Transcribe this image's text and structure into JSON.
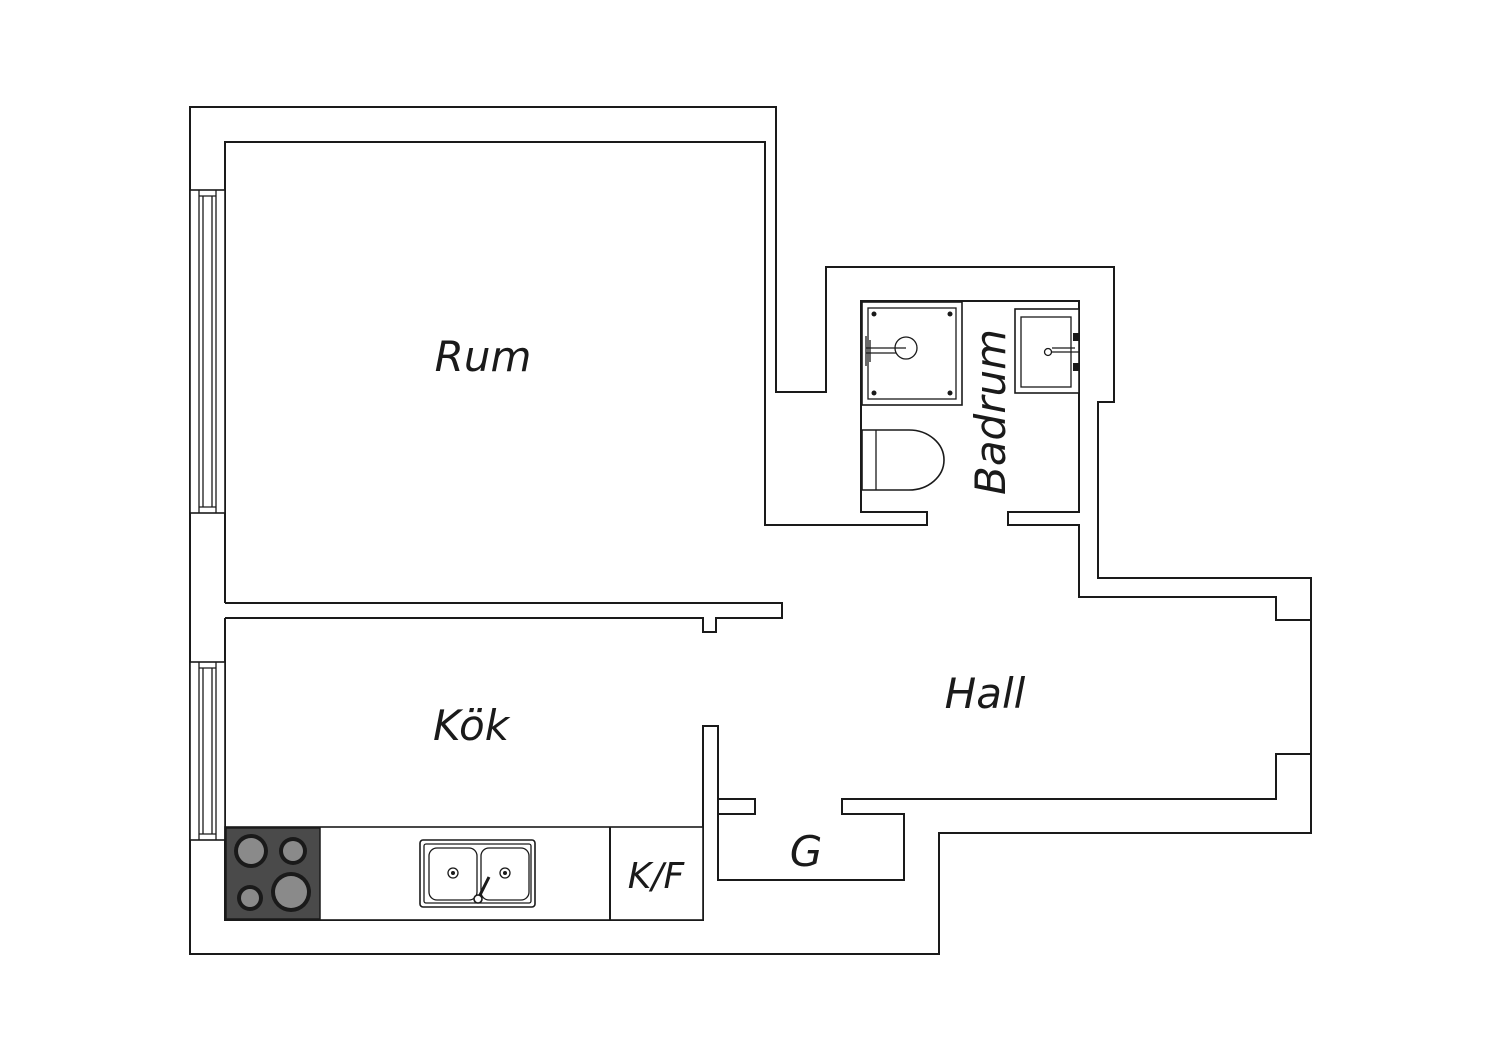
{
  "rooms": {
    "rum": "Rum",
    "badrum": "Badrum",
    "kok": "Kök",
    "hall": "Hall",
    "garderob": "G",
    "kyl_frys": "K/F"
  },
  "colors": {
    "line": "#1a1a1a",
    "background": "#ffffff",
    "stove": "#4a4a4a",
    "burner": "#8a8a8a"
  }
}
